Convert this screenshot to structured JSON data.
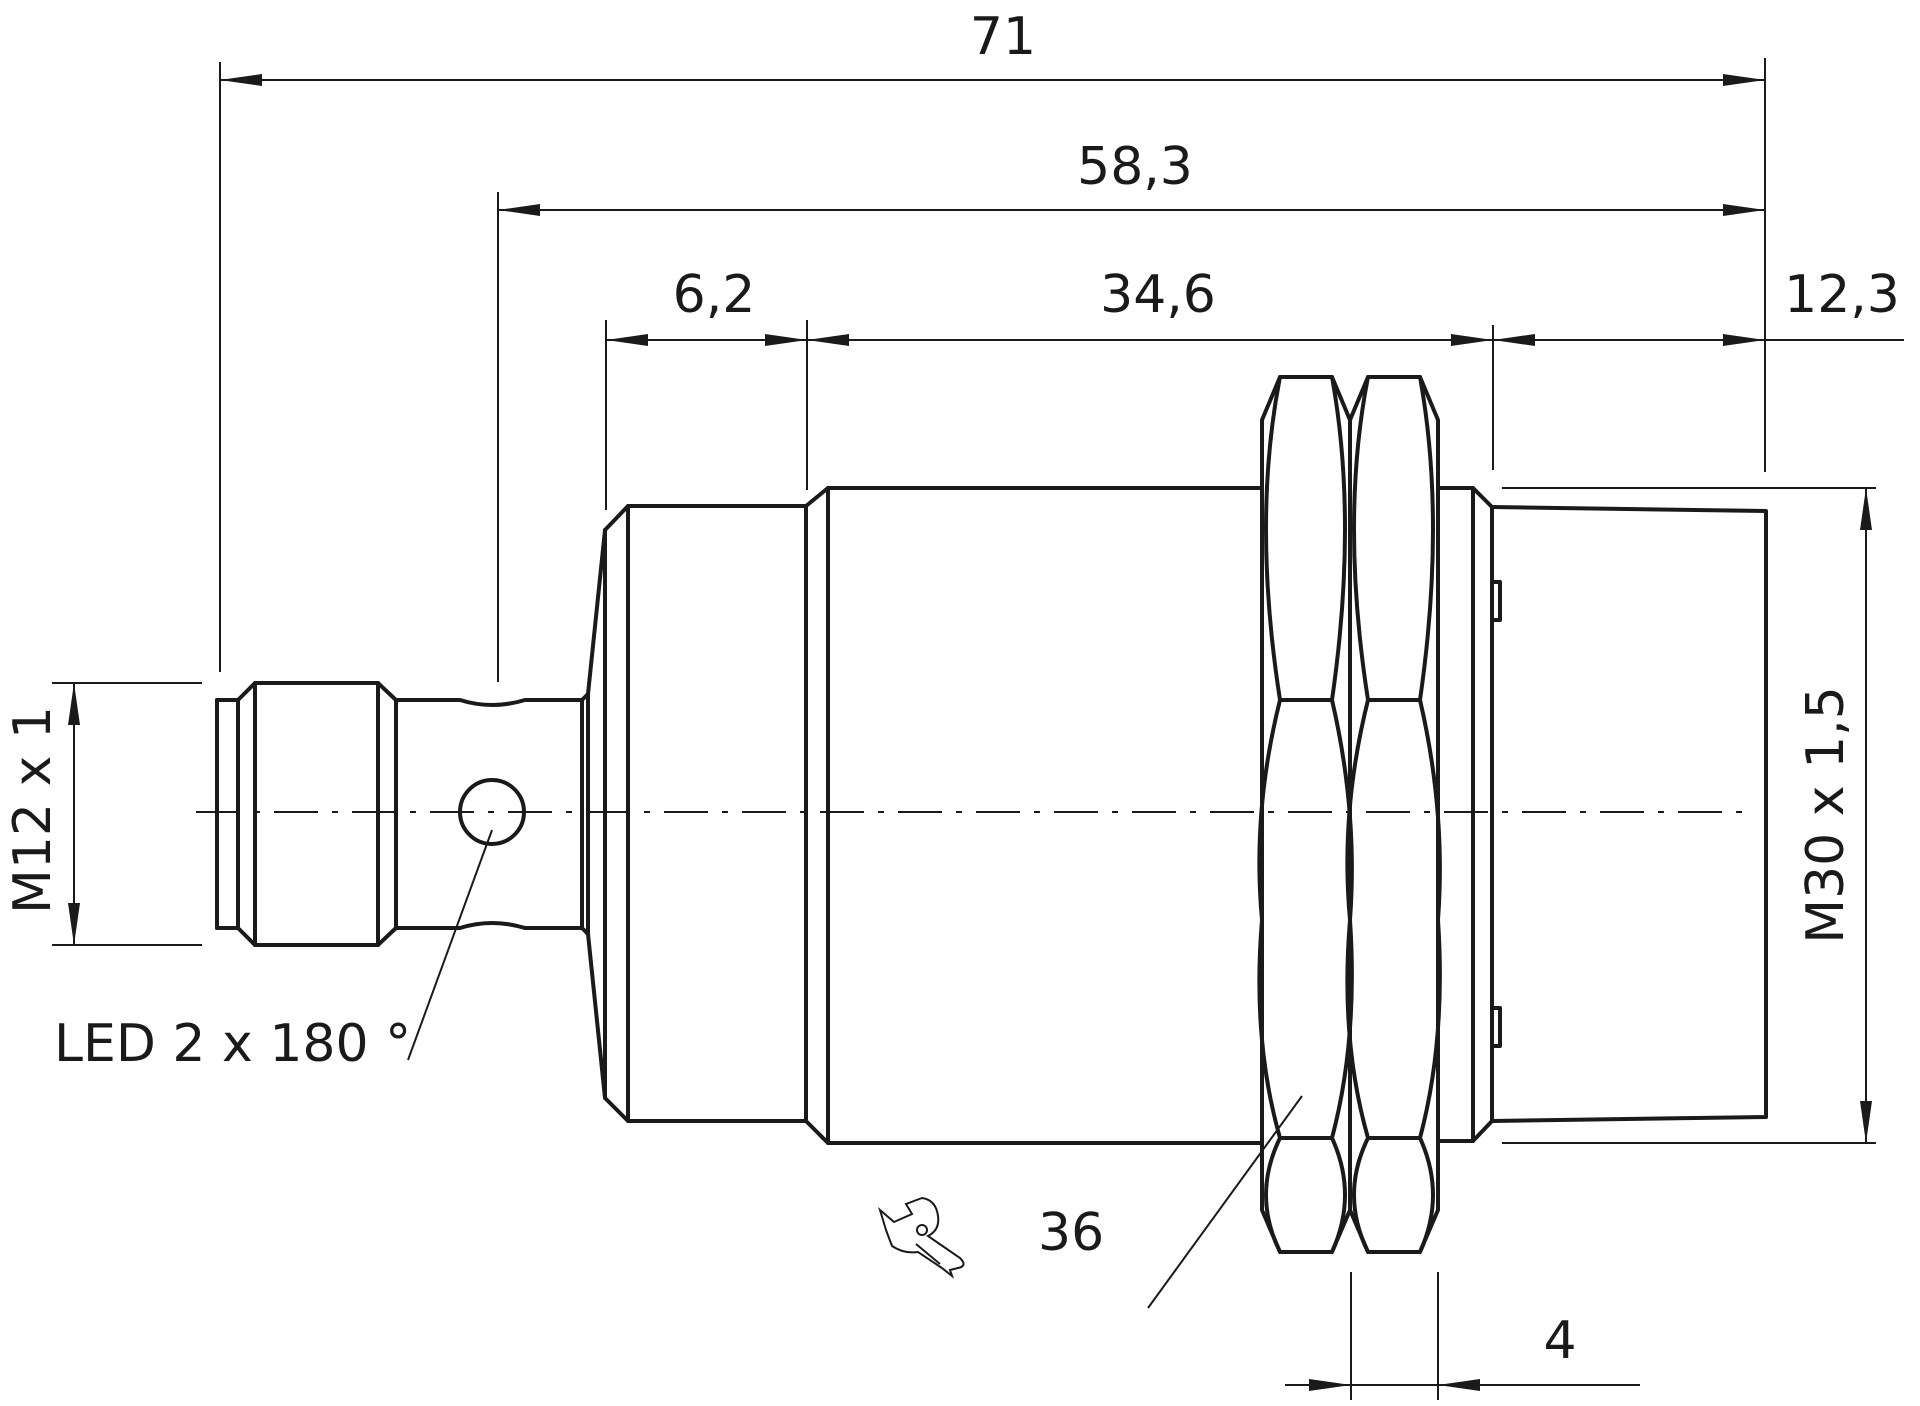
{
  "dimensions": {
    "overall_length": "71",
    "length_without_connector": "58,3",
    "collar_length": "6,2",
    "thread_length": "34,6",
    "sensing_face_length": "12,3",
    "connector_thread": "M12 x 1",
    "housing_thread": "M30 x 1,5",
    "nut_thickness": "4",
    "wrench_size": "36"
  },
  "annotations": {
    "led": "LED 2 x 180 °"
  },
  "icons": {
    "wrench": "wrench-icon"
  },
  "colors": {
    "line": "#1a1a1a",
    "background": "#ffffff"
  }
}
